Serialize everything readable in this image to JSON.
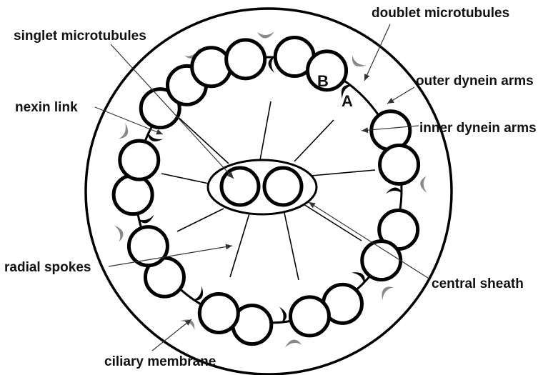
{
  "labels": {
    "doublet_microtubules": "doublet microtubules",
    "singlet_microtubules": "singlet microtubules",
    "outer_dynein_arms": "outer dynein arms",
    "nexin_link": "nexin link",
    "inner_dynein_arms": "inner dynein arms",
    "radial_spokes": "radial spokes",
    "central_sheath": "central sheath",
    "ciliary_membrane": "ciliary membrane"
  },
  "tubule_labels": {
    "a": "A",
    "b": "B"
  },
  "structure": {
    "doublet_count": 9,
    "central_singlet_count": 2
  },
  "colors": {
    "stroke": "#000000",
    "dynein_outer": "#888888",
    "dynein_inner": "#000000",
    "background": "#ffffff"
  }
}
